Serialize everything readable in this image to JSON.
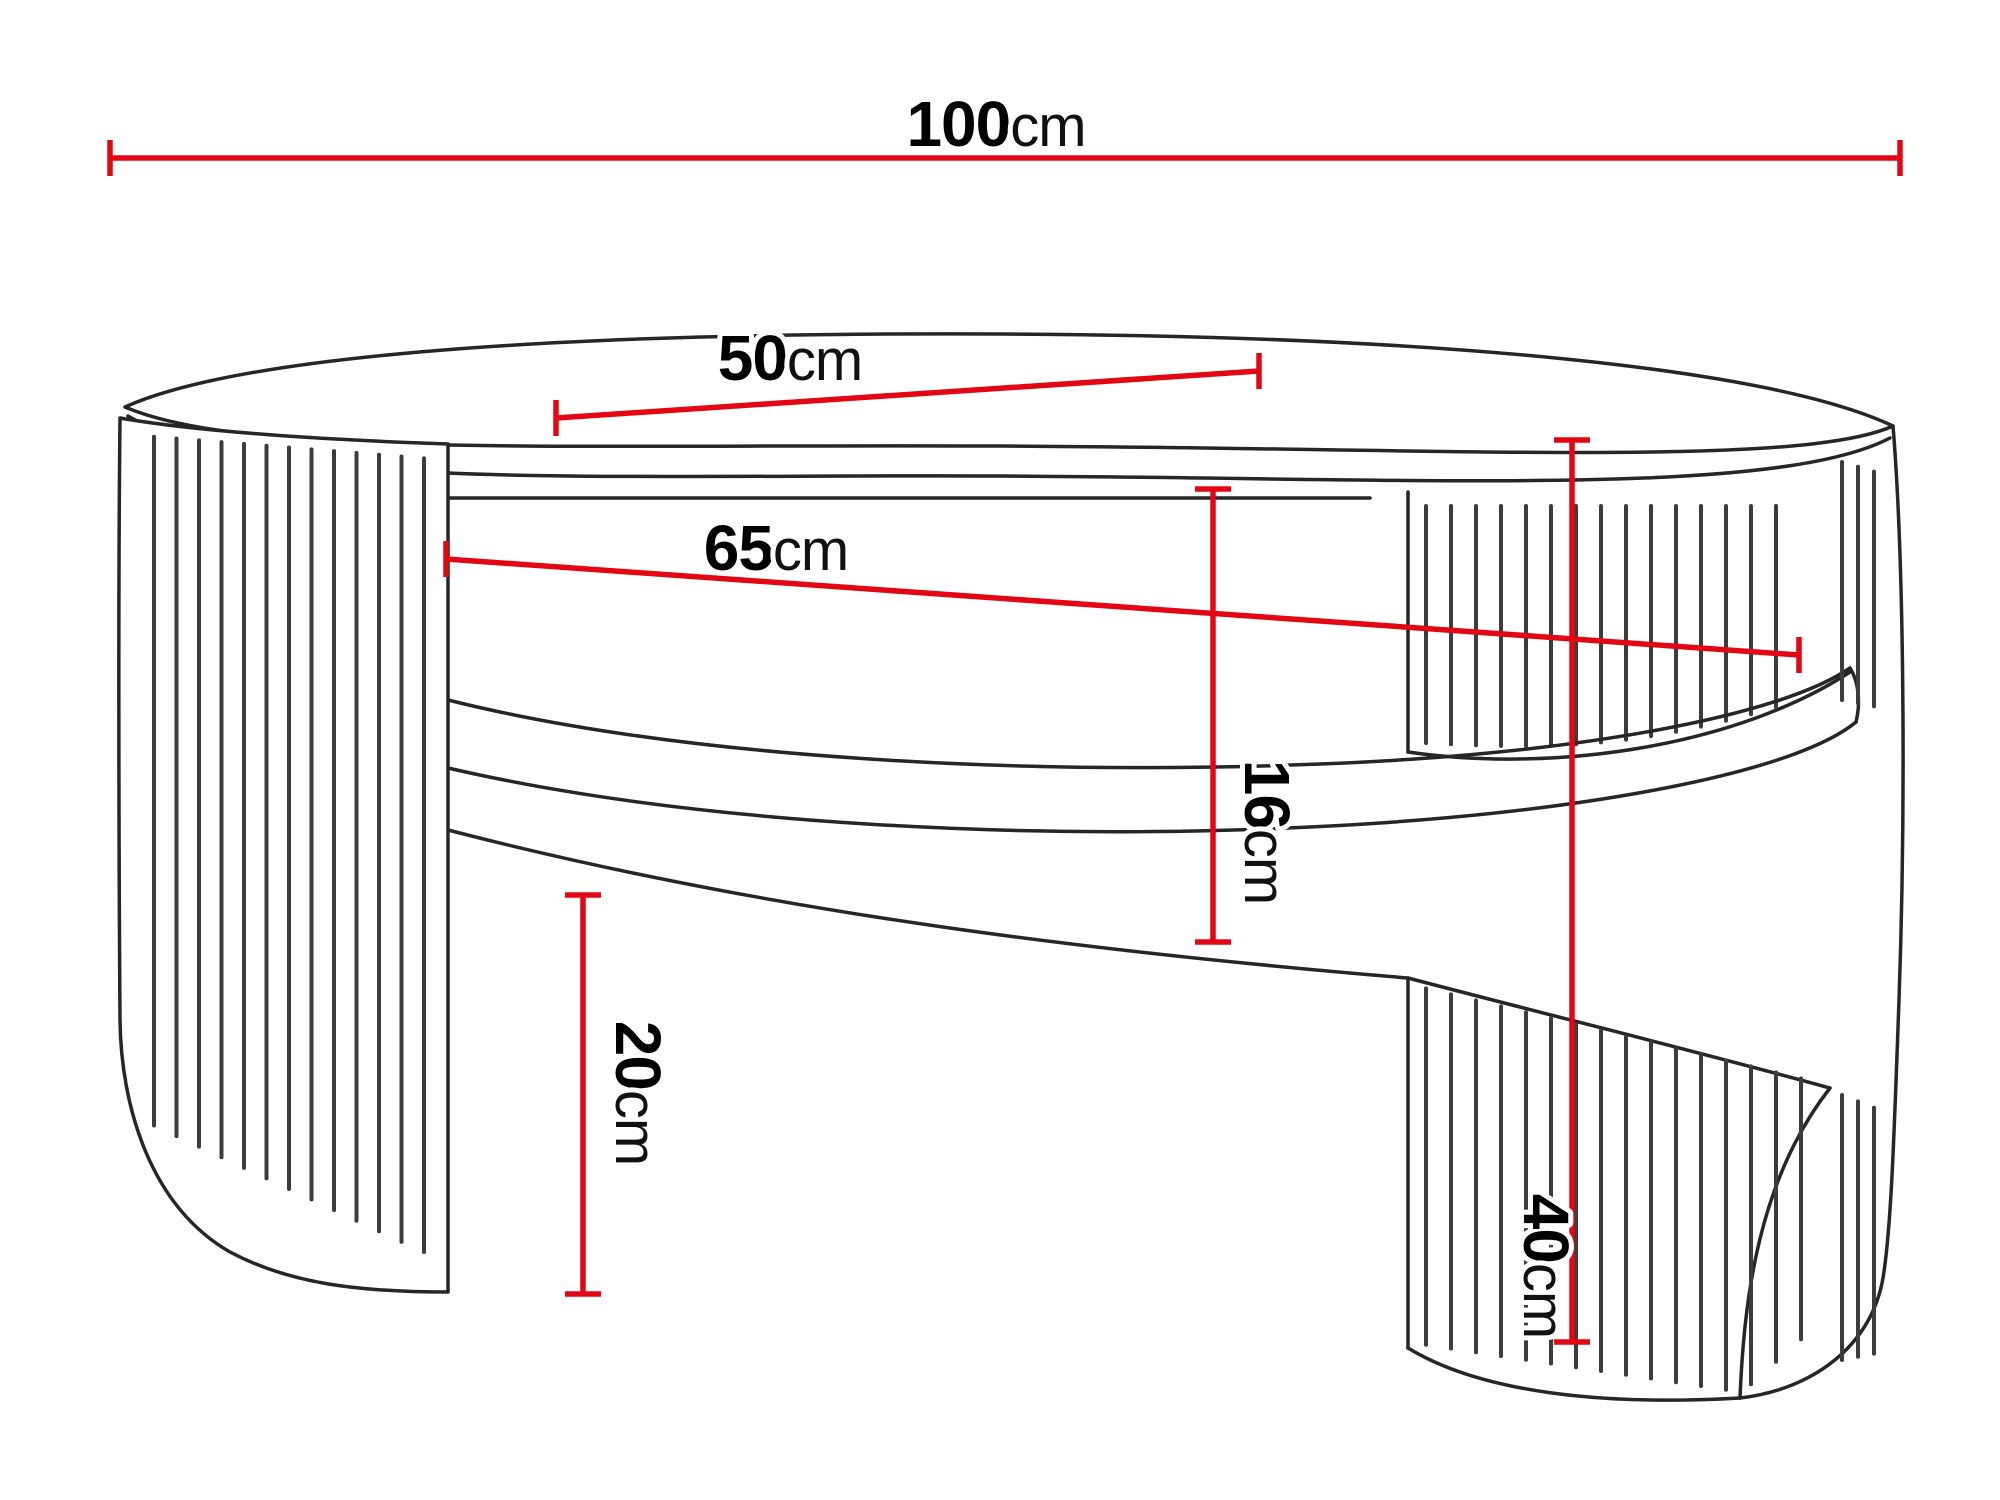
{
  "diagram": {
    "subject": "oval coffee table with slatted side panels and lower shelf - dimensioned technical drawing",
    "colors": {
      "dimension_line": "#e30613",
      "outline": "#262626",
      "background": "#ffffff"
    },
    "dimensions": {
      "width": {
        "value": "100",
        "unit": "cm"
      },
      "depth": {
        "value": "50",
        "unit": "cm"
      },
      "shelf_width": {
        "value": "65",
        "unit": "cm"
      },
      "opening_height": {
        "value": "16",
        "unit": "cm"
      },
      "base_clearance": {
        "value": "20",
        "unit": "cm"
      },
      "side_height": {
        "value": "40",
        "unit": "cm"
      }
    }
  }
}
